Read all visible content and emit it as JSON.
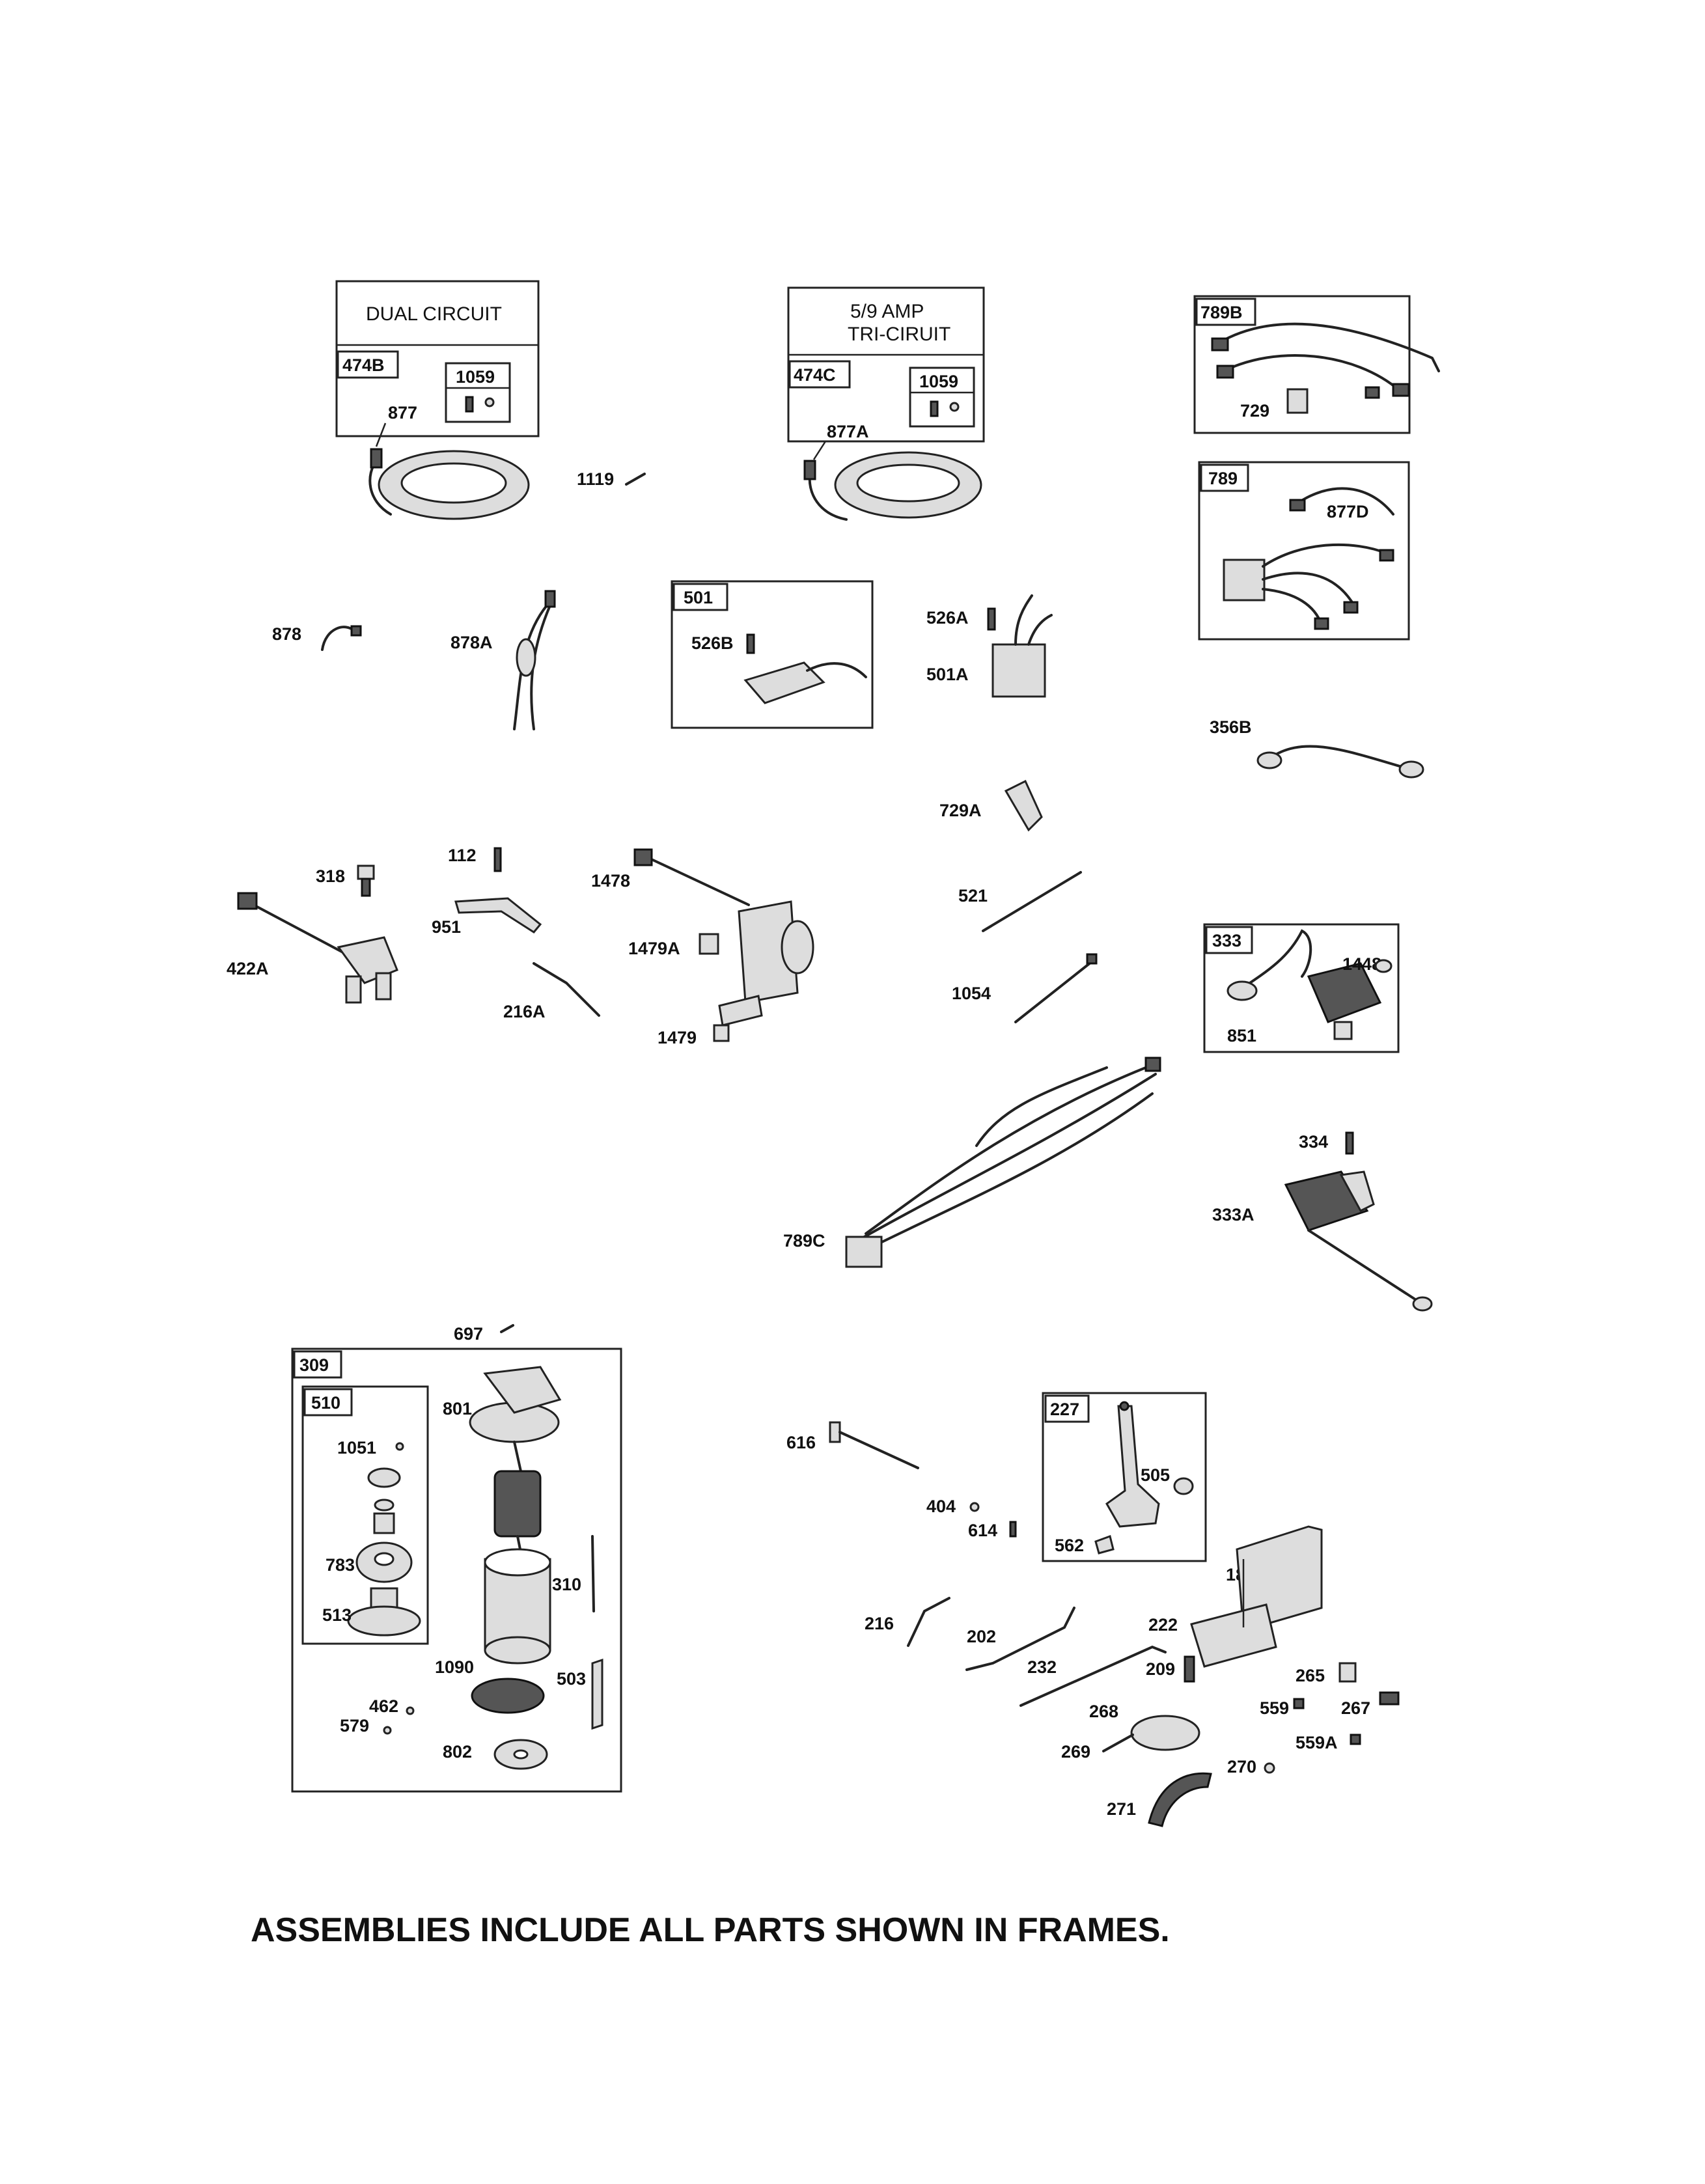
{
  "frames": {
    "f474B": {
      "tag": "474B",
      "title": "DUAL CIRCUIT"
    },
    "f1059a": {
      "tag": "1059"
    },
    "f474C": {
      "tag": "474C",
      "title1": "5/9   AMP",
      "title2": "TRI-CIRUIT"
    },
    "f1059b": {
      "tag": "1059"
    },
    "f789B": {
      "tag": "789B"
    },
    "f789": {
      "tag": "789"
    },
    "f501": {
      "tag": "501"
    },
    "f333": {
      "tag": "333"
    },
    "f309": {
      "tag": "309"
    },
    "f510": {
      "tag": "510"
    },
    "f227": {
      "tag": "227"
    }
  },
  "labels": {
    "p877": "877",
    "p1119": "1119",
    "p877A": "877A",
    "p729": "729",
    "p877D": "877D",
    "p878": "878",
    "p878A": "878A",
    "p526B": "526B",
    "p526A": "526A",
    "p501A": "501A",
    "p356B": "356B",
    "p729A": "729A",
    "p112": "112",
    "p318": "318",
    "p1478": "1478",
    "p951": "951",
    "p1479A": "1479A",
    "p422A": "422A",
    "p216A": "216A",
    "p1479": "1479",
    "p521": "521",
    "p1054": "1054",
    "p1448": "1448",
    "p851": "851",
    "p334": "334",
    "p333A": "333A",
    "p789C": "789C",
    "p697": "697",
    "p801": "801",
    "p1051": "1051",
    "p783": "783",
    "p513": "513",
    "p310": "310",
    "p1090": "1090",
    "p503": "503",
    "p462": "462",
    "p579": "579",
    "p802": "802",
    "p616": "616",
    "p505": "505",
    "p404": "404",
    "p614": "614",
    "p562": "562",
    "p188": "188",
    "p216": "216",
    "p202": "202",
    "p222": "222",
    "p232": "232",
    "p209": "209",
    "p265": "265",
    "p268": "268",
    "p559": "559",
    "p267": "267",
    "p269": "269",
    "p559A": "559A",
    "p270": "270",
    "p271": "271"
  },
  "footer": "ASSEMBLIES INCLUDE ALL PARTS SHOWN IN FRAMES."
}
